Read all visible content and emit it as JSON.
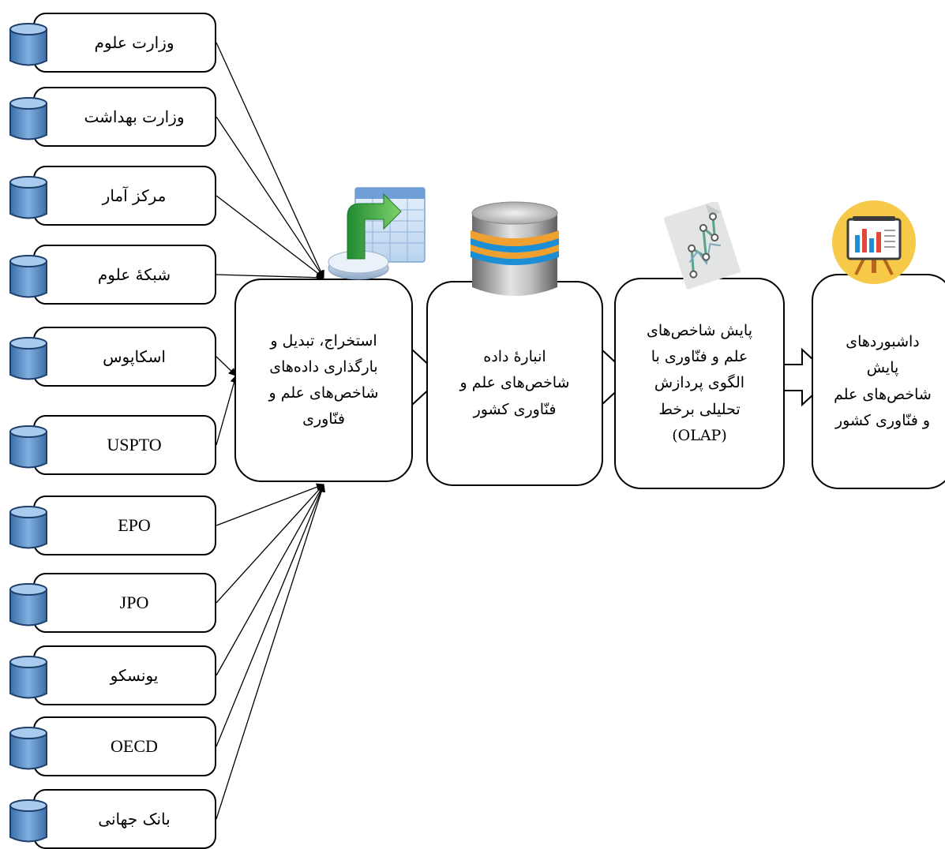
{
  "sources": [
    {
      "label": "وزارت علوم",
      "latin": false
    },
    {
      "label": "وزارت بهداشت",
      "latin": false
    },
    {
      "label": "مرکز آمار",
      "latin": false
    },
    {
      "label": "شبکهٔ علوم",
      "latin": false
    },
    {
      "label": "اسکاپوس",
      "latin": false
    },
    {
      "label": "USPTO",
      "latin": true
    },
    {
      "label": "EPO",
      "latin": true
    },
    {
      "label": "JPO",
      "latin": true
    },
    {
      "label": "یونسکو",
      "latin": false
    },
    {
      "label": "OECD",
      "latin": true
    },
    {
      "label": "بانک جهانی",
      "latin": false
    }
  ],
  "stages": {
    "etl": "استخراج، تبدیل و\nبارگذاری داده‌های\nشاخص‌های علم و\nفنّاوری",
    "warehouse": "انبارهٔ داده\nشاخص‌های علم و\nفنّاوری کشور",
    "olap": "پایش شاخص‌های\nعلم و فنّاوری با\nالگوی پردازش\nتحلیلی برخط\n(OLAP)",
    "dashboard": "داشبوردهای\nپایش\nشاخص‌های علم\nو فنّاوری کشور"
  },
  "colors": {
    "cylinder": "#5b8fc7",
    "cylinder_dark": "#1d3f6a",
    "etl_green": "#3aa64a",
    "db_orange": "#f0a030",
    "db_blue": "#1c8fd4",
    "dash_yellow": "#f7c948"
  },
  "icons": {
    "source": "database-cylinder-icon",
    "etl": "table-import-icon",
    "warehouse": "database-stack-icon",
    "olap": "line-chart-document-icon",
    "dashboard": "presentation-board-icon"
  }
}
